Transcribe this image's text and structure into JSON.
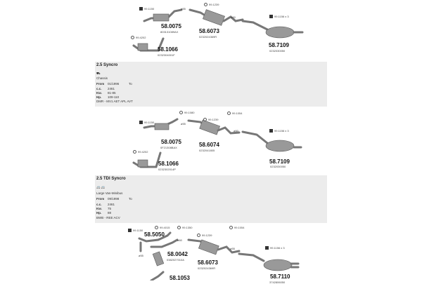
{
  "sections": [
    {
      "parts": [
        {
          "code": "58.0075",
          "oem": "803131089AX"
        },
        {
          "code": "58.6073",
          "oem": "0232024369R"
        },
        {
          "code": "58.7109",
          "oem": "0232030050"
        },
        {
          "code": "58.1066",
          "oem": "0232304001F"
        }
      ],
      "refs": [
        "99.1150",
        "99.1239",
        "99.4202",
        "99.1156 x 3"
      ],
      "dia": [
        "ø55",
        "ø60"
      ]
    },
    {
      "parts": [
        {
          "code": "58.0075",
          "oem": "0F21308BAX"
        },
        {
          "code": "58.6074",
          "oem": "0232041805"
        },
        {
          "code": "58.7109",
          "oem": "0232030050"
        },
        {
          "code": "58.1066",
          "oem": "0232302014P"
        }
      ],
      "refs": [
        "99.1150",
        "99.1239",
        "99.4202",
        "99.1156 x 3",
        "99.1080",
        "99.1054"
      ],
      "dia": [
        "ø55",
        "ø60"
      ]
    },
    {
      "parts": [
        {
          "code": "58.5050",
          "oem": ""
        },
        {
          "code": "58.0042",
          "oem": "0382027010A"
        },
        {
          "code": "58.6073",
          "oem": "0232024369R"
        },
        {
          "code": "58.7110",
          "oem": "3742806050"
        },
        {
          "code": "58.1053",
          "oem": ""
        }
      ],
      "refs": [
        "99.1150",
        "99.4015",
        "99.1350",
        "99.1054",
        "99.1239",
        "99.1156 x 3"
      ],
      "dia": [
        "ø55",
        "ø60",
        "ø55"
      ]
    }
  ],
  "vehicles": [
    {
      "title": "2.5 Syncro",
      "body": "Chassis",
      "from_label": "From",
      "from": "01/1996",
      "to_label": "To",
      "cc_label": "c.c.",
      "cc": "2461",
      "kw_label": "Kw.",
      "kw": "81-85",
      "hp_label": "Hp.",
      "hp": "109-110",
      "engines": "DMR - MV1 AET APL AVT"
    },
    {
      "title": "2.5 TDI Syncro",
      "body": "Large Van-Minibus",
      "from_label": "From",
      "from": "09/1998",
      "to_label": "To",
      "cc_label": "c.c.",
      "cc": "2461",
      "kw_label": "Kw.",
      "kw": "75",
      "hp_label": "Hp.",
      "hp": "88",
      "engines": "BWB - REE ACV"
    }
  ]
}
